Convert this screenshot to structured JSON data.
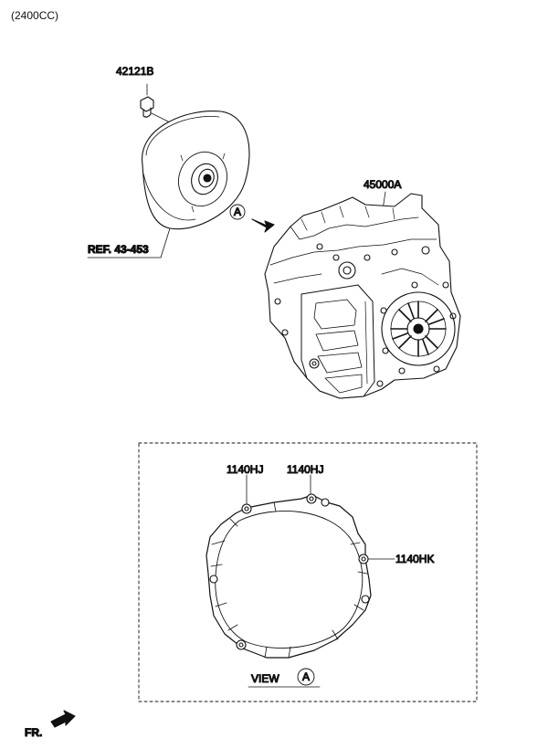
{
  "header": {
    "engine_label": "(2400CC)"
  },
  "parts": {
    "bolt": "42121B",
    "transmission": "45000A",
    "dowel_1": "1140HJ",
    "dowel_2": "1140HJ",
    "dowel_3": "1140HK"
  },
  "reference": {
    "label": "REF. 43-453"
  },
  "view": {
    "word": "VIEW",
    "marker": "A",
    "marker_near_arrow": "A"
  },
  "footer": {
    "front_label": "FR."
  }
}
